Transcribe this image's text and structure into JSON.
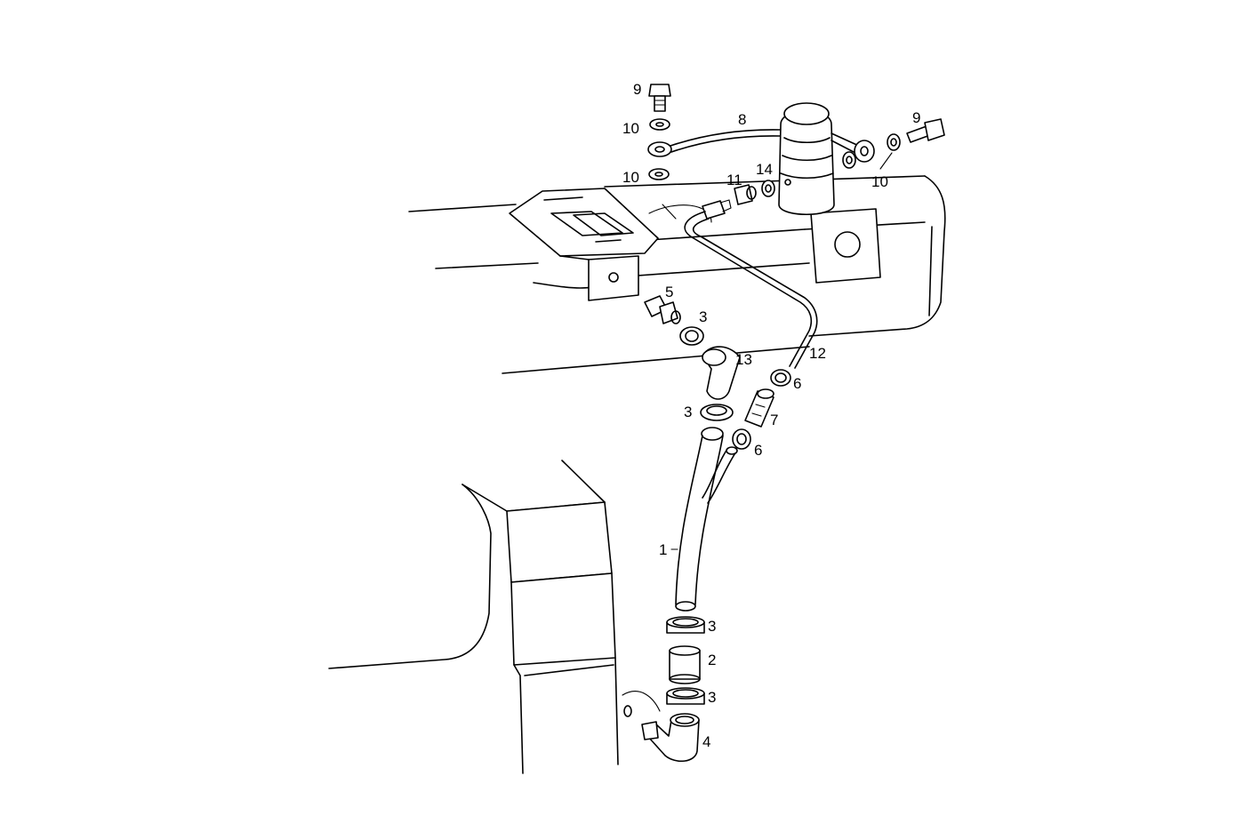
{
  "callouts": [
    {
      "id": "c1",
      "text": "1"
    },
    {
      "id": "c2",
      "text": "2"
    },
    {
      "id": "c3a",
      "text": "3"
    },
    {
      "id": "c3b",
      "text": "3"
    },
    {
      "id": "c3c",
      "text": "3"
    },
    {
      "id": "c3d",
      "text": "3"
    },
    {
      "id": "c4",
      "text": "4"
    },
    {
      "id": "c5",
      "text": "5"
    },
    {
      "id": "c6a",
      "text": "6"
    },
    {
      "id": "c6b",
      "text": "6"
    },
    {
      "id": "c7",
      "text": "7"
    },
    {
      "id": "c8",
      "text": "8"
    },
    {
      "id": "c9a",
      "text": "9"
    },
    {
      "id": "c9b",
      "text": "9"
    },
    {
      "id": "c10a",
      "text": "10"
    },
    {
      "id": "c10b",
      "text": "10"
    },
    {
      "id": "c10c",
      "text": "10"
    },
    {
      "id": "c11",
      "text": "11"
    },
    {
      "id": "c12",
      "text": "12"
    },
    {
      "id": "c13",
      "text": "13"
    },
    {
      "id": "c14",
      "text": "14"
    }
  ]
}
